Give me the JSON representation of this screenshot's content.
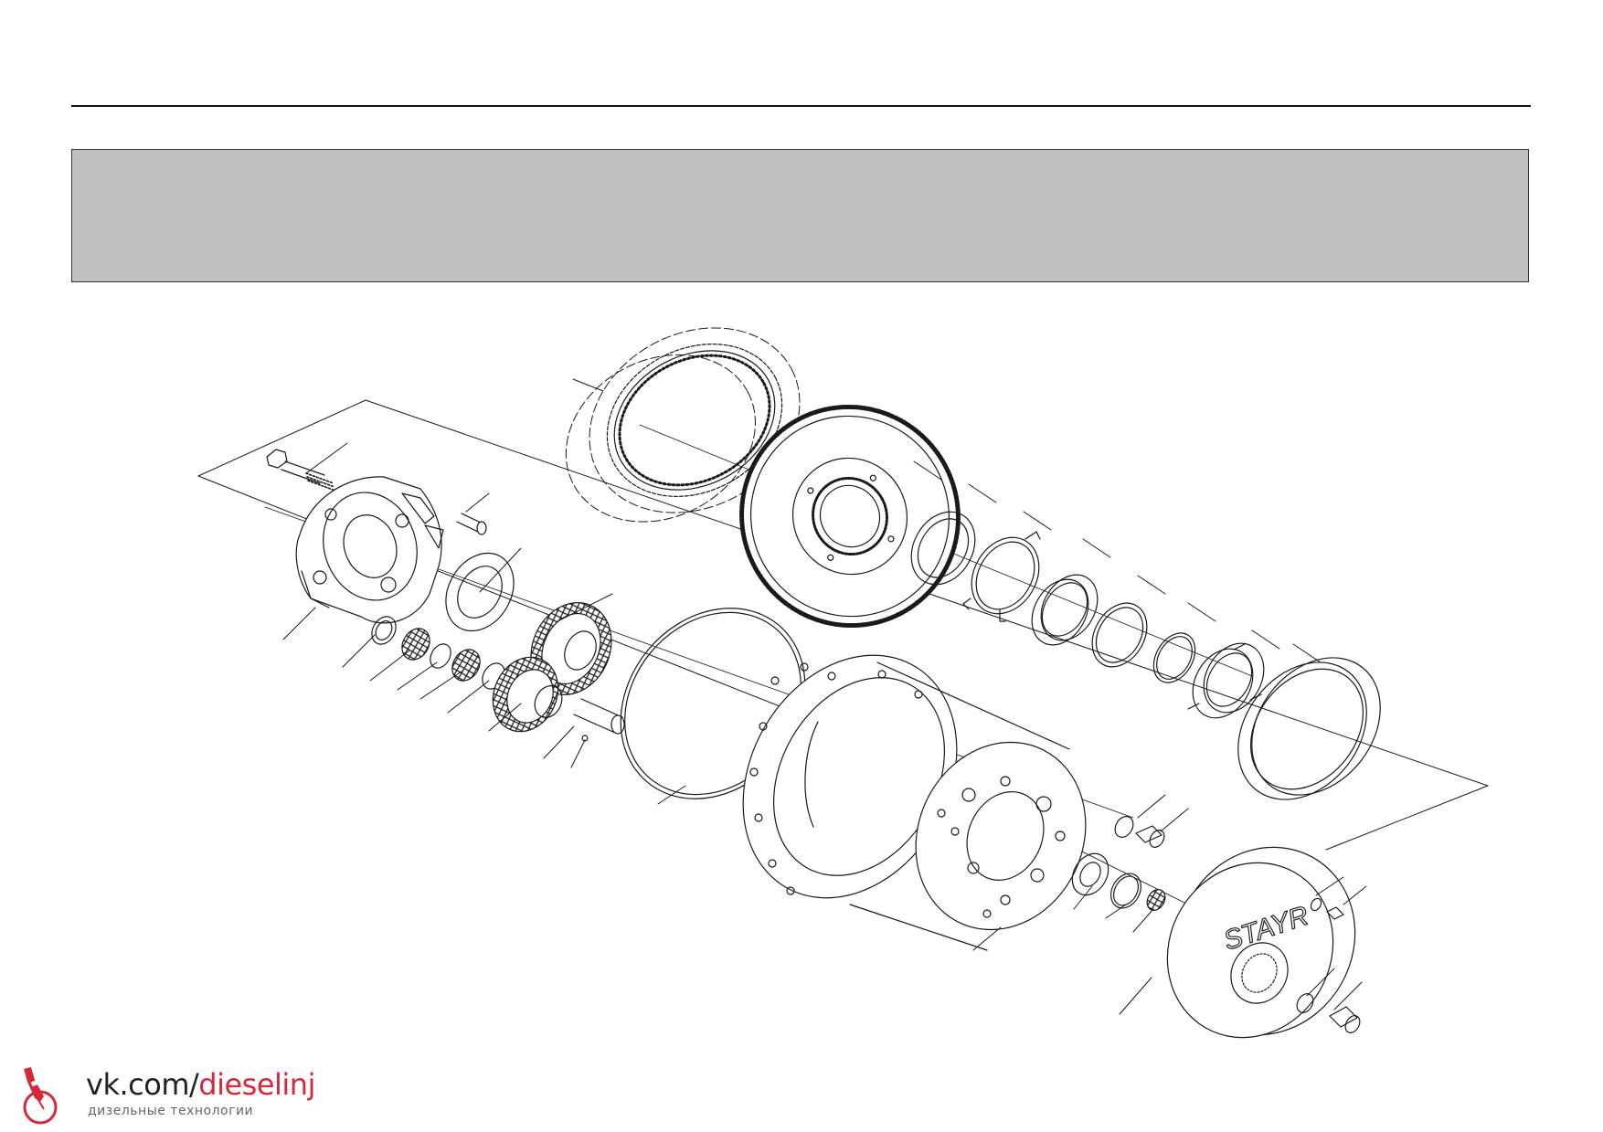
{
  "page": {
    "top_rule": "",
    "title_band": ""
  },
  "diagram": {
    "type": "exploded-assembly",
    "parts": [
      "ring-gear",
      "hub-carrier-gear",
      "thrust-washer",
      "lock-washer",
      "bearing-ring",
      "retaining-ring",
      "shim",
      "slotted-nut",
      "seal-ring",
      "hex-bolt",
      "dowel-pin",
      "planet-carrier",
      "planet-thrust-washer",
      "needle-bearing",
      "spacer-ring",
      "planet-gear-large",
      "planet-gear-small",
      "planet-pin",
      "small-ball",
      "o-ring-large",
      "wheel-hub",
      "o-ring-plug-upper",
      "screw-plug-upper",
      "tab-washer",
      "snap-ring",
      "threaded-plug",
      "hub-cover",
      "seal-washer-small",
      "screw-small",
      "o-ring-cover",
      "screw-plug-lower"
    ],
    "cover_text": "STAYR"
  },
  "watermark": {
    "url_prefix": "vk.com/",
    "url_highlight": "dieselinj",
    "subtitle": "дизельные технологии",
    "accent_color": "#d6283a"
  }
}
